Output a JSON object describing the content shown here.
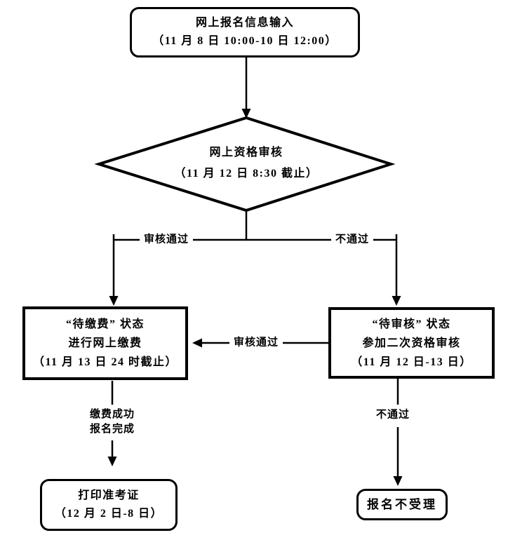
{
  "flowchart": {
    "colors": {
      "stroke": "#000000",
      "text": "#000000",
      "node_fill": "#ffffff",
      "background": "#ffffff"
    },
    "nodes": {
      "start": {
        "shape": "rounded-rect",
        "lines": [
          "网上报名信息输入",
          "（11 月 8 日 10:00-10 日 12:00）"
        ]
      },
      "decision": {
        "shape": "diamond",
        "lines": [
          "网上资格审核",
          "（11 月 12 日 8:30 截止）"
        ]
      },
      "payment": {
        "shape": "rect",
        "lines": [
          "“待缴费” 状态",
          "进行网上缴费",
          "（11 月 13 日 24 时截止）"
        ]
      },
      "recheck": {
        "shape": "rect",
        "lines": [
          "“待审核” 状态",
          "参加二次资格审核",
          "（11 月 12 日-13 日）"
        ]
      },
      "print": {
        "shape": "rounded-rect",
        "lines": [
          "打印准考证",
          "（12 月 2 日-8 日）"
        ]
      },
      "rejected": {
        "shape": "rounded-rect",
        "lines": [
          "报名不受理"
        ]
      }
    },
    "labels": {
      "branch_pass": "审核通过",
      "branch_fail": "不通过",
      "recheck_pass": "审核通过",
      "payment_success": [
        "缴费成功",
        "报名完成"
      ],
      "recheck_fail": "不通过"
    }
  }
}
